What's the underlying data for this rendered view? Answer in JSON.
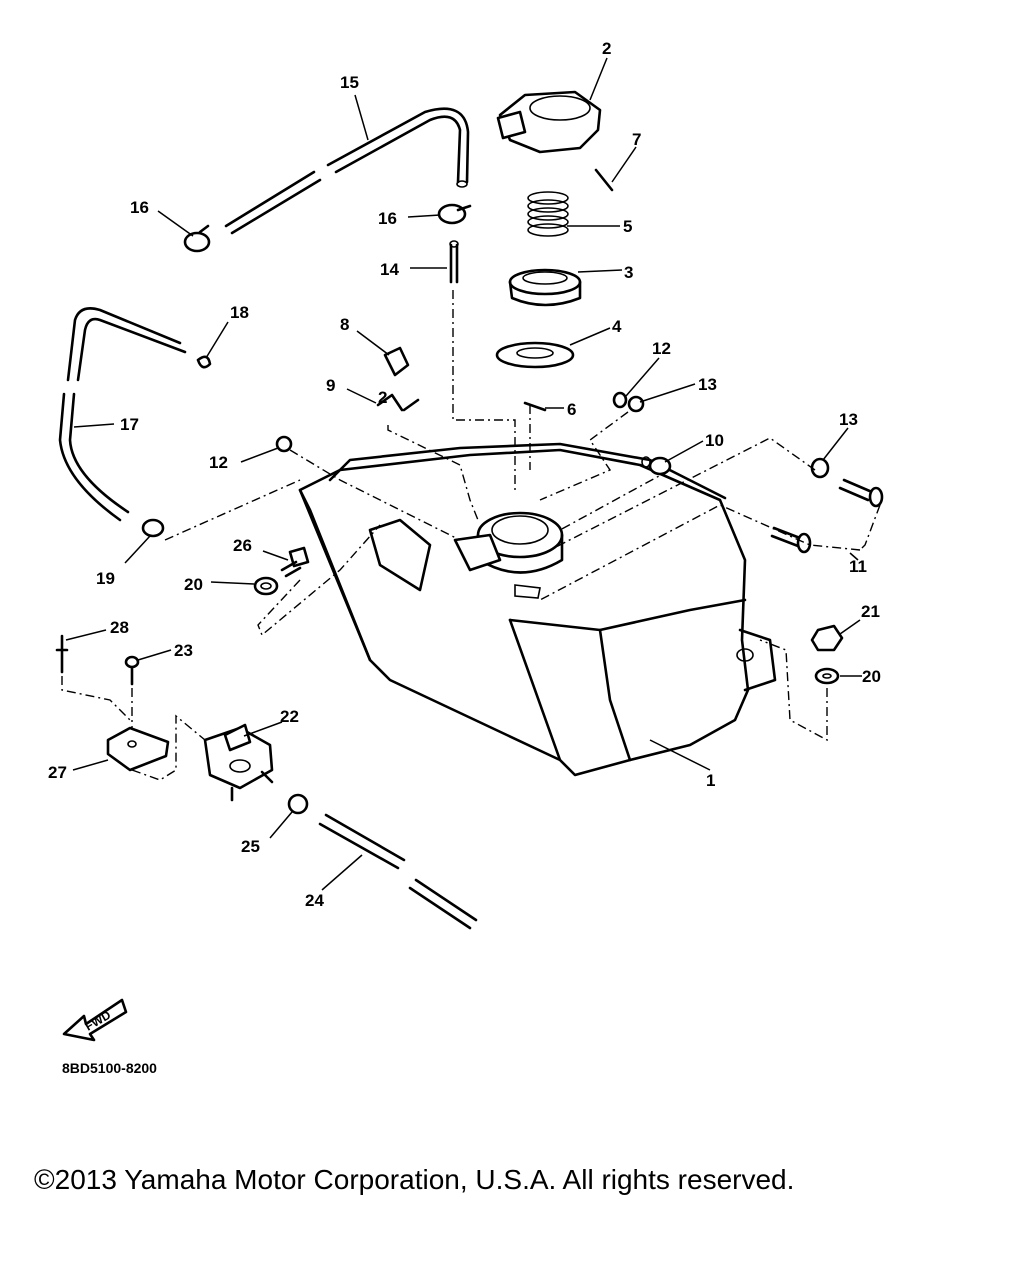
{
  "figure_code": "8BD5100-8200",
  "fwd_label": "FWD",
  "copyright": "©2013 Yamaha Motor Corporation, U.S.A. All rights reserved.",
  "callouts": {
    "c1": "1",
    "c2a": "2",
    "c2b": "2",
    "c3": "3",
    "c4": "4",
    "c5": "5",
    "c6": "6",
    "c7": "7",
    "c8": "8",
    "c9": "9",
    "c10": "10",
    "c11": "11",
    "c12a": "12",
    "c12b": "12",
    "c13a": "13",
    "c13b": "13",
    "c14": "14",
    "c15": "15",
    "c16a": "16",
    "c16b": "16",
    "c17": "17",
    "c18": "18",
    "c19": "19",
    "c20a": "20",
    "c20b": "20",
    "c21": "21",
    "c22": "22",
    "c23": "23",
    "c24": "24",
    "c25": "25",
    "c26": "26",
    "c27": "27",
    "c28": "28"
  }
}
